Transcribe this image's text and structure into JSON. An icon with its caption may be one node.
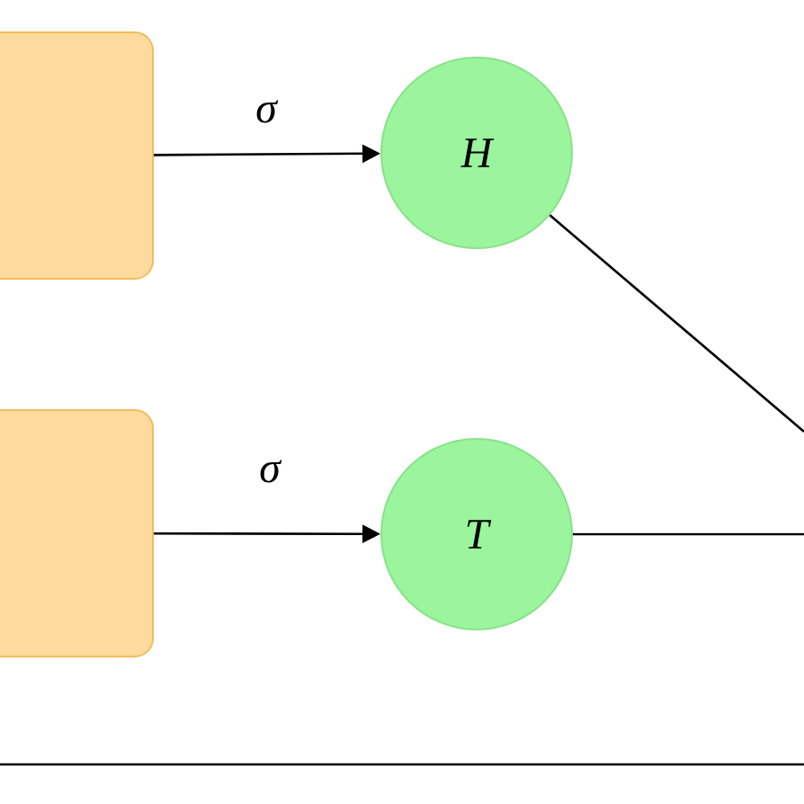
{
  "diagram": {
    "nodes": [
      {
        "text": [],
        "shape": "box"
      },
      {
        "text": [
          "H"
        ]
      },
      {
        "text": [],
        "shape": "box"
      },
      {
        "text": [
          "T"
        ]
      }
    ],
    "edges": [
      {
        "from": 0,
        "to": 1,
        "arrow": "to",
        "label": "σ"
      },
      {
        "from": 2,
        "to": 3,
        "arrow": "to",
        "label": "σ"
      },
      {
        "from": 1,
        "to": null,
        "arrow": "none"
      },
      {
        "from": 3,
        "to": null,
        "arrow": "none"
      }
    ]
  }
}
